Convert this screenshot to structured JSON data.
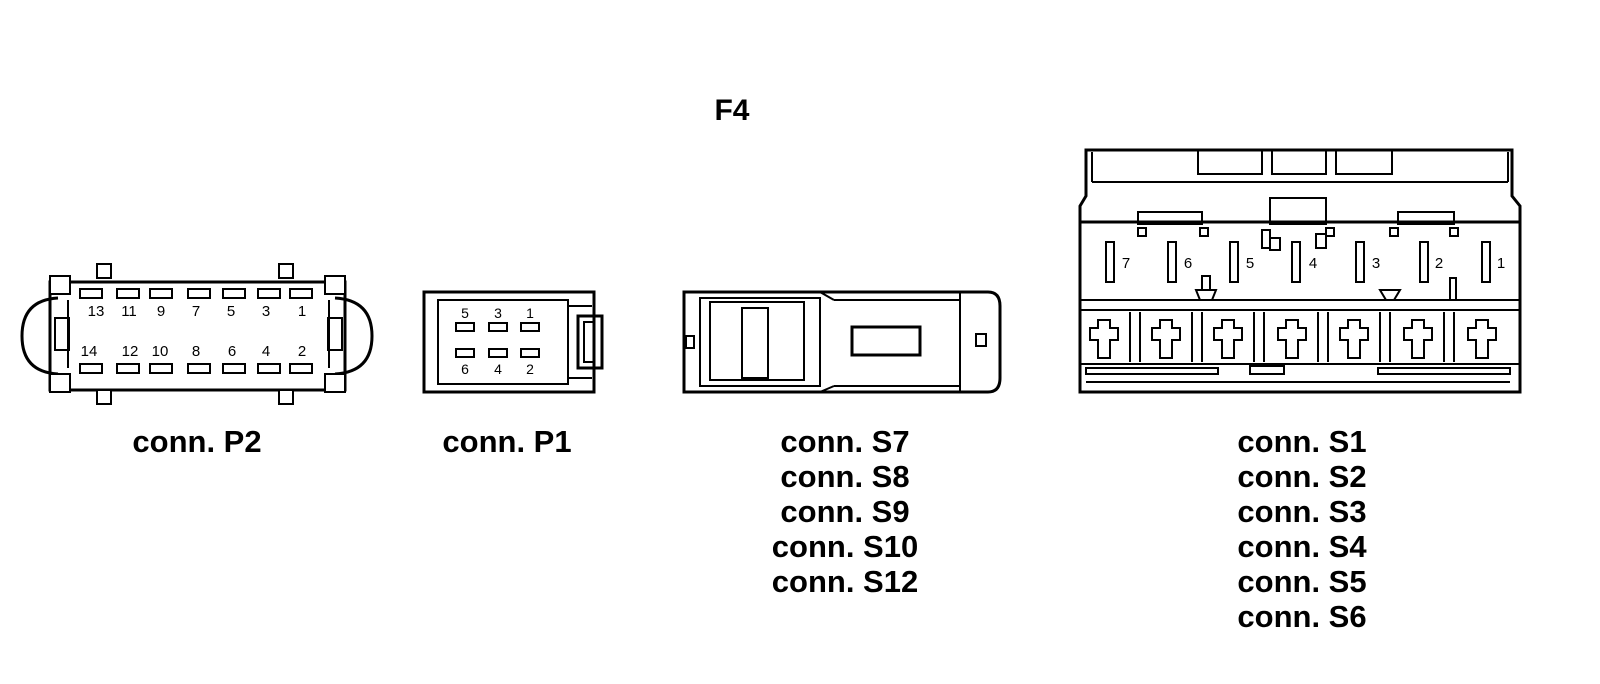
{
  "diagram": {
    "title": "F4",
    "connectors": [
      {
        "id": "p2",
        "labels": [
          "conn. P2"
        ],
        "pins_top": [
          "13",
          "11",
          "9",
          "7",
          "5",
          "3",
          "1"
        ],
        "pins_bottom": [
          "14",
          "12",
          "10",
          "8",
          "6",
          "4",
          "2"
        ]
      },
      {
        "id": "p1",
        "labels": [
          "conn. P1"
        ],
        "pins_top": [
          "5",
          "3",
          "1"
        ],
        "pins_bottom": [
          "6",
          "4",
          "2"
        ]
      },
      {
        "id": "s7",
        "labels": [
          "conn. S7",
          "conn. S8",
          "conn. S9",
          "conn. S10",
          "conn. S12"
        ]
      },
      {
        "id": "s1",
        "labels": [
          "conn. S1",
          "conn. S2",
          "conn. S3",
          "conn. S4",
          "conn. S5",
          "conn. S6"
        ],
        "pins": [
          "7",
          "6",
          "5",
          "4",
          "3",
          "2",
          "1"
        ]
      }
    ]
  }
}
